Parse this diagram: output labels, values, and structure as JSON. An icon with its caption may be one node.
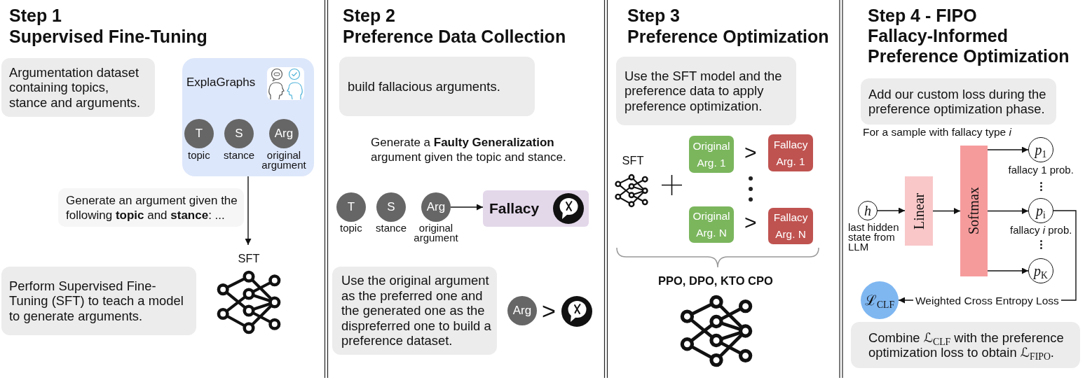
{
  "diagram": {
    "nodes": [
      {
        "text": [
          "Argumentation dataset containing topics, stance and arguments."
        ]
      },
      {
        "text": [
          "ExplaGraphs"
        ]
      },
      {
        "text": [
          "T"
        ],
        "in": 1,
        "beside": [
          "topic"
        ]
      },
      {
        "text": [
          "S"
        ],
        "in": 1,
        "beside": [
          "stance"
        ]
      },
      {
        "text": [
          "Arg"
        ],
        "in": 1,
        "beside": [
          "original argument"
        ]
      },
      {
        "text": [
          "Generate an argument given the following **topic** and **stance**: ..."
        ]
      },
      {
        "text": [
          "SFT"
        ]
      },
      {
        "text": [
          "Perform Supervised Fine-Tuning (SFT) to teach a model to generate arguments."
        ]
      },
      {
        "text": [
          "build fallacious arguments."
        ]
      },
      {
        "text": [
          "T"
        ],
        "beside": [
          "topic"
        ]
      },
      {
        "text": [
          "S"
        ],
        "beside": [
          "stance"
        ]
      },
      {
        "text": [
          "Arg"
        ],
        "beside": [
          "original argument"
        ]
      },
      {
        "text": [
          "Fallacy"
        ]
      },
      {
        "text": [
          "Use the original argument as the preferred one and the generated one as the dispreferred one to build a preference dataset."
        ]
      },
      {
        "text": [
          "Arg"
        ]
      },
      {
        "text": [
          "Use the SFT model and the preference data to apply preference optimization."
        ]
      },
      {
        "text": [
          "Original Arg. 1"
        ]
      },
      {
        "text": [
          "Fallacy Arg. 1"
        ]
      },
      {
        "text": [
          "Original Arg. N"
        ]
      },
      {
        "text": [
          "Fallacy Arg. N"
        ]
      },
      {
        "text": [
          "Add our custom loss during the preference optimization phase."
        ]
      },
      {
        "text": [
          "h"
        ],
        "beside": [
          "last hidden state from LLM"
        ]
      },
      {
        "text": [
          "Linear"
        ]
      },
      {
        "text": [
          "Softmax"
        ]
      },
      {
        "text": [
          "p$_{1}$"
        ],
        "beside": [
          "fallacy 1 prob."
        ]
      },
      {
        "text": [
          "p$_{i}$"
        ],
        "beside": [
          "fallacy *i* prob."
        ]
      },
      {
        "text": [
          "p$_{K}$"
        ]
      },
      {
        "text": [
          "ℒ$_{CLF}$"
        ]
      },
      {
        "text": [
          "Combine ℒ$_{CLF}$ with the preference optimization loss to obtain ℒ$_{FIPO}$."
        ]
      }
    ],
    "edges": [
      {
        "from": 1,
        "to": 6,
        "arrow": "to"
      },
      {
        "from": 11,
        "to": 12,
        "arrow": "to"
      },
      {
        "from": 21,
        "to": 22,
        "arrow": "to"
      },
      {
        "from": 22,
        "to": 23,
        "arrow": "to"
      },
      {
        "from": 23,
        "to": 24,
        "arrow": "to"
      },
      {
        "from": 23,
        "to": 25,
        "arrow": "to"
      },
      {
        "from": 23,
        "to": 26,
        "arrow": "to"
      },
      {
        "from": 25,
        "to": 27,
        "arrow": "to",
        "label": "Weighted Cross Entropy Loss"
      }
    ],
    "labels": [
      "Step 1",
      "Supervised Fine-Tuning",
      "Step 2",
      "Preference Data Collection",
      "Generate a **Faulty Generalization** argument given the topic and stance.",
      ">",
      "Step 3",
      "Preference Optimization",
      "SFT",
      ">",
      ">",
      "PPO, DPO, KTO CPO",
      "Step 4 - FIPO",
      "Fallacy-Informed Preference Optimization",
      "For a sample with fallacy type *i*"
    ]
  }
}
